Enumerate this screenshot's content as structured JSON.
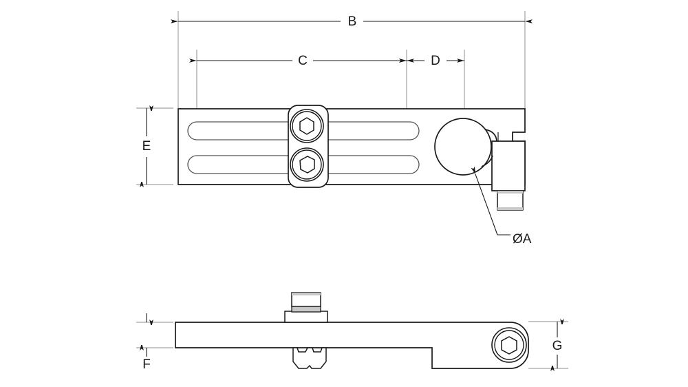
{
  "drawing": {
    "type": "engineering-dimension-drawing",
    "background_color": "#ffffff",
    "line_color": "#1a1a1a",
    "shading_color": "#c8c8c8",
    "views": [
      {
        "name": "top-view",
        "description": "Plan view of mounting bracket with twin slots, two hex socket screws, and round bore clamp"
      },
      {
        "name": "side-view",
        "description": "Side elevation of bracket showing stud, hex nut, stepped bar and end screw"
      }
    ],
    "dimension_labels": [
      {
        "id": "B",
        "label": "B",
        "orientation": "horizontal",
        "view": "top-view"
      },
      {
        "id": "C",
        "label": "C",
        "orientation": "horizontal",
        "view": "top-view"
      },
      {
        "id": "D",
        "label": "D",
        "orientation": "horizontal",
        "view": "top-view"
      },
      {
        "id": "E",
        "label": "E",
        "orientation": "vertical",
        "view": "top-view"
      },
      {
        "id": "A",
        "label": "ØA",
        "orientation": "leader",
        "view": "top-view"
      },
      {
        "id": "F",
        "label": "F",
        "orientation": "vertical",
        "view": "side-view"
      },
      {
        "id": "G",
        "label": "G",
        "orientation": "vertical",
        "view": "side-view"
      }
    ],
    "labels": {
      "B": "B",
      "C": "C",
      "D": "D",
      "E": "E",
      "A": "ØA",
      "F": "F",
      "G": "G"
    }
  }
}
